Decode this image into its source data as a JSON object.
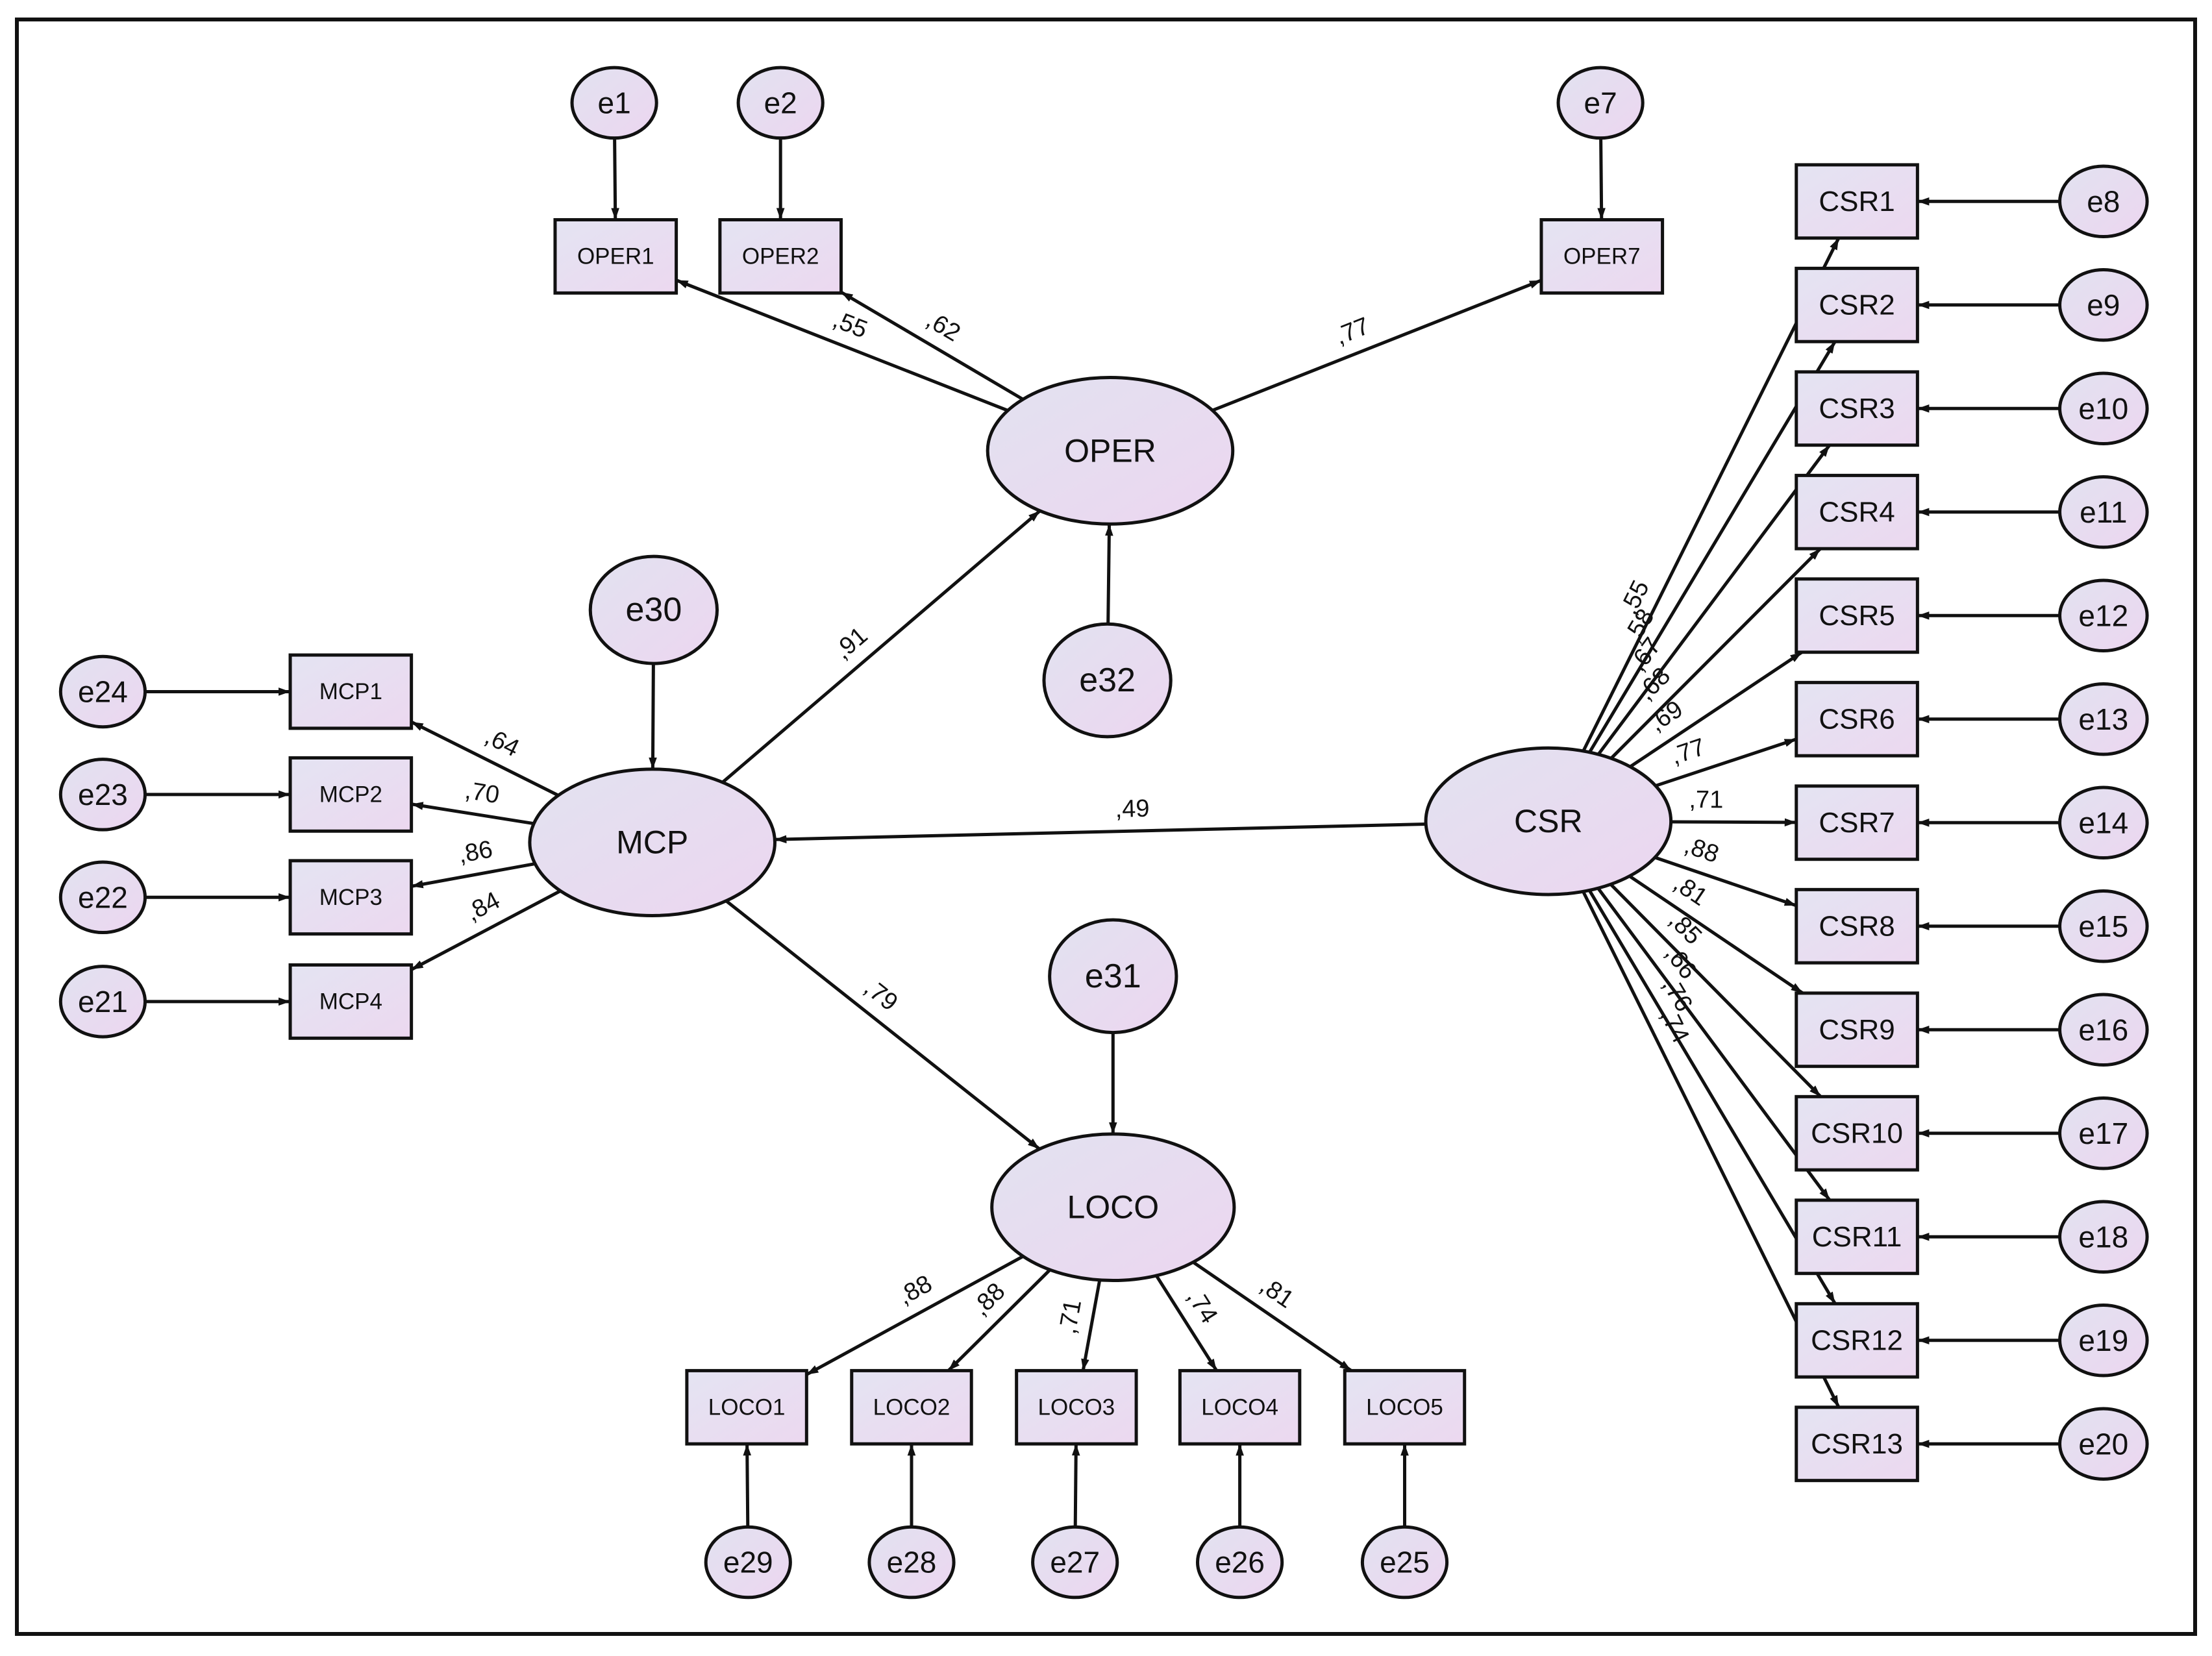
{
  "latents": [
    {
      "id": "OPER",
      "label": "OPER"
    },
    {
      "id": "MCP",
      "label": "MCP"
    },
    {
      "id": "LOCO",
      "label": "LOCO"
    },
    {
      "id": "CSR",
      "label": "CSR"
    }
  ],
  "errors": [
    {
      "id": "e1",
      "label": "e1"
    },
    {
      "id": "e2",
      "label": "e2"
    },
    {
      "id": "e7",
      "label": "e7"
    },
    {
      "id": "e8",
      "label": "e8"
    },
    {
      "id": "e9",
      "label": "e9"
    },
    {
      "id": "e10",
      "label": "e10"
    },
    {
      "id": "e11",
      "label": "e11"
    },
    {
      "id": "e12",
      "label": "e12"
    },
    {
      "id": "e13",
      "label": "e13"
    },
    {
      "id": "e14",
      "label": "e14"
    },
    {
      "id": "e15",
      "label": "e15"
    },
    {
      "id": "e16",
      "label": "e16"
    },
    {
      "id": "e17",
      "label": "e17"
    },
    {
      "id": "e18",
      "label": "e18"
    },
    {
      "id": "e19",
      "label": "e19"
    },
    {
      "id": "e20",
      "label": "e20"
    },
    {
      "id": "e21",
      "label": "e21"
    },
    {
      "id": "e22",
      "label": "e22"
    },
    {
      "id": "e23",
      "label": "e23"
    },
    {
      "id": "e24",
      "label": "e24"
    },
    {
      "id": "e25",
      "label": "e25"
    },
    {
      "id": "e26",
      "label": "e26"
    },
    {
      "id": "e27",
      "label": "e27"
    },
    {
      "id": "e28",
      "label": "e28"
    },
    {
      "id": "e29",
      "label": "e29"
    },
    {
      "id": "e30",
      "label": "e30"
    },
    {
      "id": "e31",
      "label": "e31"
    },
    {
      "id": "e32",
      "label": "e32"
    }
  ],
  "observed": [
    {
      "id": "OPER1",
      "label": "OPER1"
    },
    {
      "id": "OPER2",
      "label": "OPER2"
    },
    {
      "id": "OPER7",
      "label": "OPER7"
    },
    {
      "id": "MCP1",
      "label": "MCP1"
    },
    {
      "id": "MCP2",
      "label": "MCP2"
    },
    {
      "id": "MCP3",
      "label": "MCP3"
    },
    {
      "id": "MCP4",
      "label": "MCP4"
    },
    {
      "id": "LOCO1",
      "label": "LOCO1"
    },
    {
      "id": "LOCO2",
      "label": "LOCO2"
    },
    {
      "id": "LOCO3",
      "label": "LOCO3"
    },
    {
      "id": "LOCO4",
      "label": "LOCO4"
    },
    {
      "id": "LOCO5",
      "label": "LOCO5"
    },
    {
      "id": "CSR1",
      "label": "CSR1"
    },
    {
      "id": "CSR2",
      "label": "CSR2"
    },
    {
      "id": "CSR3",
      "label": "CSR3"
    },
    {
      "id": "CSR4",
      "label": "CSR4"
    },
    {
      "id": "CSR5",
      "label": "CSR5"
    },
    {
      "id": "CSR6",
      "label": "CSR6"
    },
    {
      "id": "CSR7",
      "label": "CSR7"
    },
    {
      "id": "CSR8",
      "label": "CSR8"
    },
    {
      "id": "CSR9",
      "label": "CSR9"
    },
    {
      "id": "CSR10",
      "label": "CSR10"
    },
    {
      "id": "CSR11",
      "label": "CSR11"
    },
    {
      "id": "CSR12",
      "label": "CSR12"
    },
    {
      "id": "CSR13",
      "label": "CSR13"
    }
  ],
  "paths": [
    {
      "from": "MCP",
      "to": "OPER",
      "label": ",91"
    },
    {
      "from": "MCP",
      "to": "LOCO",
      "label": ",79"
    },
    {
      "from": "CSR",
      "to": "MCP",
      "label": ",49"
    }
  ],
  "loadings": [
    {
      "from": "OPER",
      "to": "OPER1",
      "label": ",55"
    },
    {
      "from": "OPER",
      "to": "OPER2",
      "label": ",62"
    },
    {
      "from": "OPER",
      "to": "OPER7",
      "label": ",77"
    },
    {
      "from": "MCP",
      "to": "MCP1",
      "label": ",64"
    },
    {
      "from": "MCP",
      "to": "MCP2",
      "label": ",70"
    },
    {
      "from": "MCP",
      "to": "MCP3",
      "label": ",86"
    },
    {
      "from": "MCP",
      "to": "MCP4",
      "label": ",84"
    },
    {
      "from": "LOCO",
      "to": "LOCO1",
      "label": ",88"
    },
    {
      "from": "LOCO",
      "to": "LOCO2",
      "label": ",88"
    },
    {
      "from": "LOCO",
      "to": "LOCO3",
      "label": ",71"
    },
    {
      "from": "LOCO",
      "to": "LOCO4",
      "label": ",74"
    },
    {
      "from": "LOCO",
      "to": "LOCO5",
      "label": ",81"
    },
    {
      "from": "CSR",
      "to": "CSR1",
      "label": ",55"
    },
    {
      "from": "CSR",
      "to": "CSR2",
      "label": ",58"
    },
    {
      "from": "CSR",
      "to": "CSR3",
      "label": ",67"
    },
    {
      "from": "CSR",
      "to": "CSR4",
      "label": ",68"
    },
    {
      "from": "CSR",
      "to": "CSR5",
      "label": ",69"
    },
    {
      "from": "CSR",
      "to": "CSR6",
      "label": ",77"
    },
    {
      "from": "CSR",
      "to": "CSR7",
      "label": ",71"
    },
    {
      "from": "CSR",
      "to": "CSR8",
      "label": ",88"
    },
    {
      "from": "CSR",
      "to": "CSR9",
      "label": ",81"
    },
    {
      "from": "CSR",
      "to": "CSR10",
      "label": ",85"
    },
    {
      "from": "CSR",
      "to": "CSR11",
      "label": ",66"
    },
    {
      "from": "CSR",
      "to": "CSR12",
      "label": ",76"
    },
    {
      "from": "CSR",
      "to": "CSR13",
      "label": ",74"
    }
  ],
  "error_links": [
    {
      "from": "e1",
      "to": "OPER1"
    },
    {
      "from": "e2",
      "to": "OPER2"
    },
    {
      "from": "e7",
      "to": "OPER7"
    },
    {
      "from": "e8",
      "to": "CSR1"
    },
    {
      "from": "e9",
      "to": "CSR2"
    },
    {
      "from": "e10",
      "to": "CSR3"
    },
    {
      "from": "e11",
      "to": "CSR4"
    },
    {
      "from": "e12",
      "to": "CSR5"
    },
    {
      "from": "e13",
      "to": "CSR6"
    },
    {
      "from": "e14",
      "to": "CSR7"
    },
    {
      "from": "e15",
      "to": "CSR8"
    },
    {
      "from": "e16",
      "to": "CSR9"
    },
    {
      "from": "e17",
      "to": "CSR10"
    },
    {
      "from": "e18",
      "to": "CSR11"
    },
    {
      "from": "e19",
      "to": "CSR12"
    },
    {
      "from": "e20",
      "to": "CSR13"
    },
    {
      "from": "e21",
      "to": "MCP4"
    },
    {
      "from": "e22",
      "to": "MCP3"
    },
    {
      "from": "e23",
      "to": "MCP2"
    },
    {
      "from": "e24",
      "to": "MCP1"
    },
    {
      "from": "e25",
      "to": "LOCO5"
    },
    {
      "from": "e26",
      "to": "LOCO4"
    },
    {
      "from": "e27",
      "to": "LOCO3"
    },
    {
      "from": "e28",
      "to": "LOCO2"
    },
    {
      "from": "e29",
      "to": "LOCO1"
    },
    {
      "from": "e30",
      "to": "MCP"
    },
    {
      "from": "e31",
      "to": "LOCO"
    },
    {
      "from": "e32",
      "to": "OPER"
    }
  ]
}
